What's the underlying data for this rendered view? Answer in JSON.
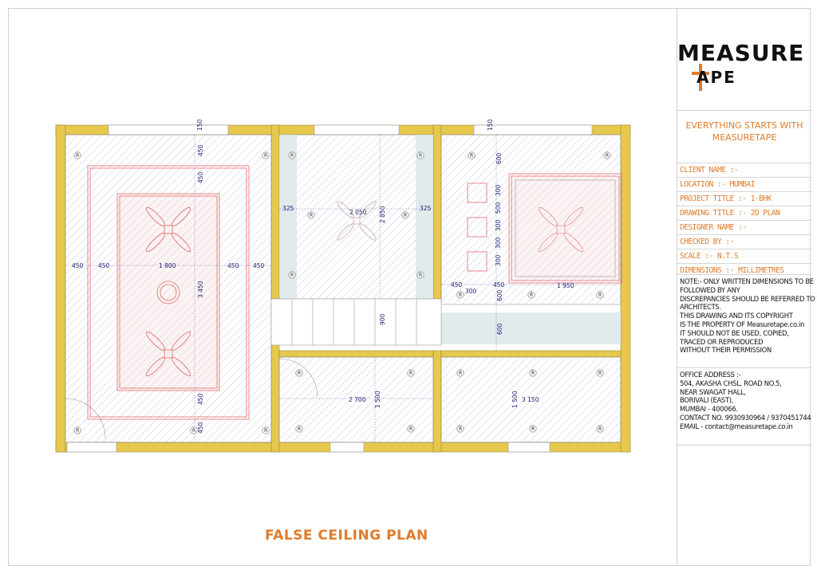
{
  "branding": {
    "logo_line1": "MEASURE",
    "logo_line2": "APE",
    "tagline": "EVERYTHING STARTS WITH MEASURETAPE"
  },
  "project_info": [
    "CLIENT NAME :-",
    "LOCATION :- MUMBAI",
    "PROJECT TITLE :- 1-BHK",
    "DRAWING TITLE :- 2D PLAN",
    "DESIGNER NAME :-",
    "CHECKED BY :-",
    "SCALE :- N.T.S",
    "DIMENSIONS :- MILLIMETRES"
  ],
  "note_lines": [
    "NOTE:-  ONLY WRITTEN DIMENSIONS TO BE",
    "FOLLOWED BY ANY",
    "DISCREPANCIES SHOULD BE REFERRED TO THE",
    "ARCHITECTS.",
    "THIS DRAWING AND ITS COPYRIGHT",
    " IS THE PROPERTY OF Measuretape.co.in",
    "IT SHOULD NOT BE USED, COPIED,",
    " TRACED OR REPRODUCED",
    "WITHOUT THEIR PERMISSION"
  ],
  "address_lines": [
    "OFFICE ADDRESS :-",
    "504, AKASHA CHSL, ROAD NO.5,",
    "NEAR SWAGAT HALL,",
    "BORIVALI (EAST),",
    "MUMBAI - 400066.",
    "CONTACT NO. 9930930964 / 9370451744",
    "EMAIL - contact@measuretape.co.in"
  ],
  "plan_title": "FALSE CEILING PLAN",
  "light_marker": "R",
  "dimensions": {
    "top_150_a": "150",
    "top_150_b": "150",
    "left_450_v1": "450",
    "left_450_v2": "450",
    "living_450_l": "450",
    "living_450_l2": "450",
    "living_1800": "1 800",
    "living_450_r": "450",
    "living_450_r2": "450",
    "living_3450": "3 450",
    "living_450_b": "450",
    "living_450_b2": "450",
    "pass_325_l": "325",
    "pass_2050": "2 050",
    "pass_325_r": "325",
    "pass_2850": "2 850",
    "stair_900": "900",
    "bed_600_t": "600",
    "bed_300_1": "300",
    "bed_500": "500",
    "bed_300_2": "300",
    "bed_300_3": "300",
    "bed_300_4": "300",
    "bed_450_a": "450",
    "bed_450_b": "450",
    "bed_1950": "1 950",
    "bed_600_b": "600",
    "bed_600_c": "600",
    "bot_2700": "2 700",
    "bot_1500_a": "1 500",
    "bot_3150": "3 150",
    "bot_1500_b": "1 500"
  },
  "colors": {
    "wall": "#e6c84d",
    "accent": "#e07b2a",
    "ceiling_line": "#e46a6a",
    "dimension": "#23237a"
  }
}
